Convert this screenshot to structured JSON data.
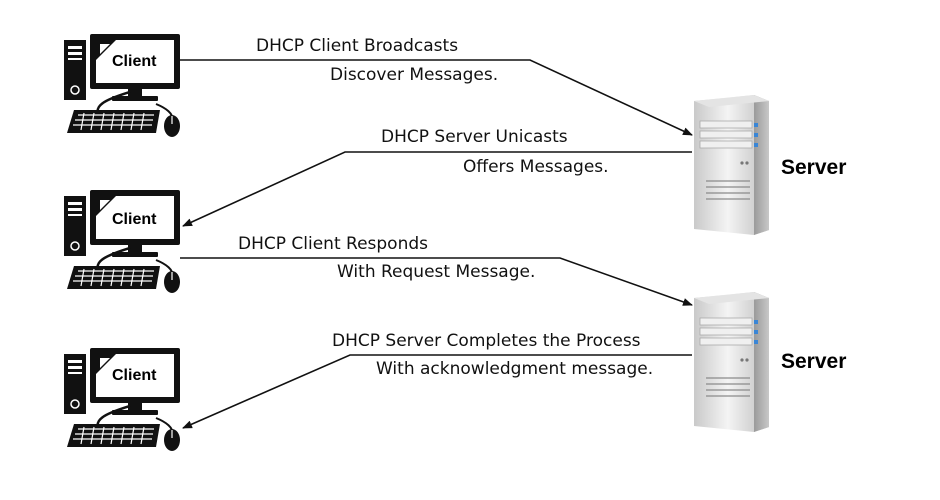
{
  "clients": [
    {
      "label": "Client"
    },
    {
      "label": "Client"
    },
    {
      "label": "Client"
    }
  ],
  "servers": [
    {
      "label": "Server"
    },
    {
      "label": "Server"
    }
  ],
  "messages": [
    {
      "line1": "DHCP Client Broadcasts",
      "line2": "Discover Messages."
    },
    {
      "line1": "DHCP Server Unicasts",
      "line2": "Offers Messages."
    },
    {
      "line1": "DHCP Client Responds",
      "line2": "With Request Message."
    },
    {
      "line1": "DHCP Server Completes the Process",
      "line2": "With acknowledgment message."
    }
  ]
}
